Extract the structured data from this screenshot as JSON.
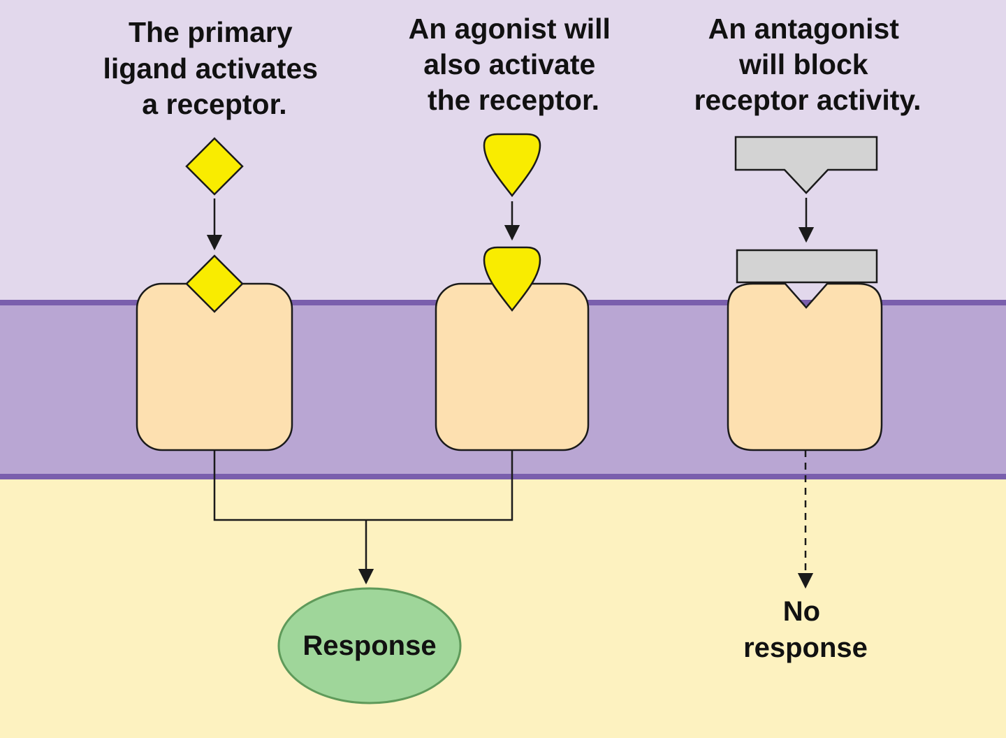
{
  "captions": {
    "primary": [
      "The primary",
      "ligand activates",
      "a receptor."
    ],
    "agonist": [
      "An agonist will",
      "also activate",
      "the receptor."
    ],
    "antagonist": [
      "An antagonist",
      "will block",
      "receptor activity."
    ]
  },
  "outcomes": {
    "response": "Response",
    "no_response": [
      "No",
      "response"
    ]
  },
  "colors": {
    "extracellular": "#e2d8ec",
    "membrane": "#b9a6d3",
    "membrane_edge": "#7a5fad",
    "intracellular": "#fdf2c0",
    "receptor": "#fde0b0",
    "ligand": "#f9ec00",
    "antagonist": "#d3d3d3",
    "response_fill": "#9fd69a",
    "response_stroke": "#5f9a5a",
    "stroke": "#1a1a1a"
  },
  "icons": {
    "primary_ligand": "diamond",
    "agonist": "rounded-drop",
    "antagonist": "notched-block"
  }
}
